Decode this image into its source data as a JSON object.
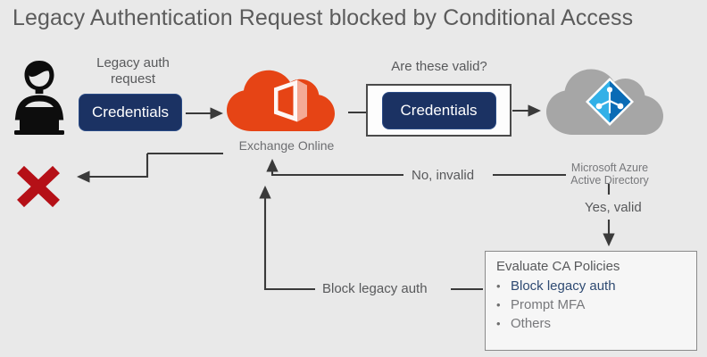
{
  "title": "Legacy Authentication Request blocked by Conditional Access",
  "actors": {
    "user_icon": "user-at-laptop-icon",
    "blocked_icon": "red-x-icon"
  },
  "labels": {
    "legacy_auth_request": "Legacy auth\nrequest",
    "legacy_auth_request_line1": "Legacy auth",
    "legacy_auth_request_line2": "request",
    "credentials_left": "Credentials",
    "credentials_mid": "Credentials",
    "are_these_valid": "Are these valid?",
    "exchange_online": "Exchange Online",
    "azure_ad_line1": "Microsoft Azure",
    "azure_ad_line2": "Active Directory",
    "no_invalid": "No, invalid",
    "yes_valid": "Yes, valid",
    "block_legacy_auth": "Block legacy auth"
  },
  "ca_policies": {
    "title": "Evaluate CA Policies",
    "bullet": "•",
    "items": [
      {
        "label": "Block legacy auth",
        "highlighted": true
      },
      {
        "label": "Prompt MFA",
        "highlighted": false
      },
      {
        "label": "Others",
        "highlighted": false
      }
    ]
  },
  "colors": {
    "background": "#e9e9e9",
    "title_text": "#5b5b5b",
    "body_text": "#58595b",
    "muted_text": "#77787b",
    "credentials_fill": "#1b3263",
    "credentials_text": "#ffffff",
    "exchange_cloud": "#e64415",
    "azure_cloud": "#a6a6a6",
    "azure_logo_light": "#32b0e7",
    "azure_logo_dark": "#0a6bb5",
    "blocked_x": "#b51017",
    "connector": "#3a3a3a",
    "box_border": "#4a4a4a",
    "highlight_text": "#2e4a72"
  },
  "chart_data": {
    "type": "flow-diagram",
    "nodes": [
      {
        "id": "user",
        "label": "",
        "kind": "icon",
        "icon": "user-at-laptop-icon"
      },
      {
        "id": "blocked",
        "label": "",
        "kind": "icon",
        "icon": "red-x-icon"
      },
      {
        "id": "credentials-left",
        "label": "Credentials",
        "kind": "pill"
      },
      {
        "id": "exchange",
        "label": "Exchange Online",
        "kind": "cloud"
      },
      {
        "id": "validation",
        "label": "Are these valid?",
        "kind": "box",
        "contains": "Credentials"
      },
      {
        "id": "azure-ad",
        "label": "Microsoft Azure Active Directory",
        "kind": "cloud"
      },
      {
        "id": "ca-policies",
        "label": "Evaluate CA Policies",
        "kind": "box"
      }
    ],
    "edges": [
      {
        "from": "credentials-left",
        "to": "exchange",
        "label": ""
      },
      {
        "from": "exchange",
        "to": "validation",
        "label": ""
      },
      {
        "from": "validation",
        "to": "azure-ad",
        "label": ""
      },
      {
        "from": "azure-ad",
        "to": "exchange",
        "label": "No, invalid"
      },
      {
        "from": "exchange",
        "to": "blocked",
        "label": ""
      },
      {
        "from": "azure-ad",
        "to": "ca-policies",
        "label": "Yes, valid"
      },
      {
        "from": "ca-policies",
        "to": "exchange",
        "label": "Block legacy auth"
      }
    ]
  }
}
